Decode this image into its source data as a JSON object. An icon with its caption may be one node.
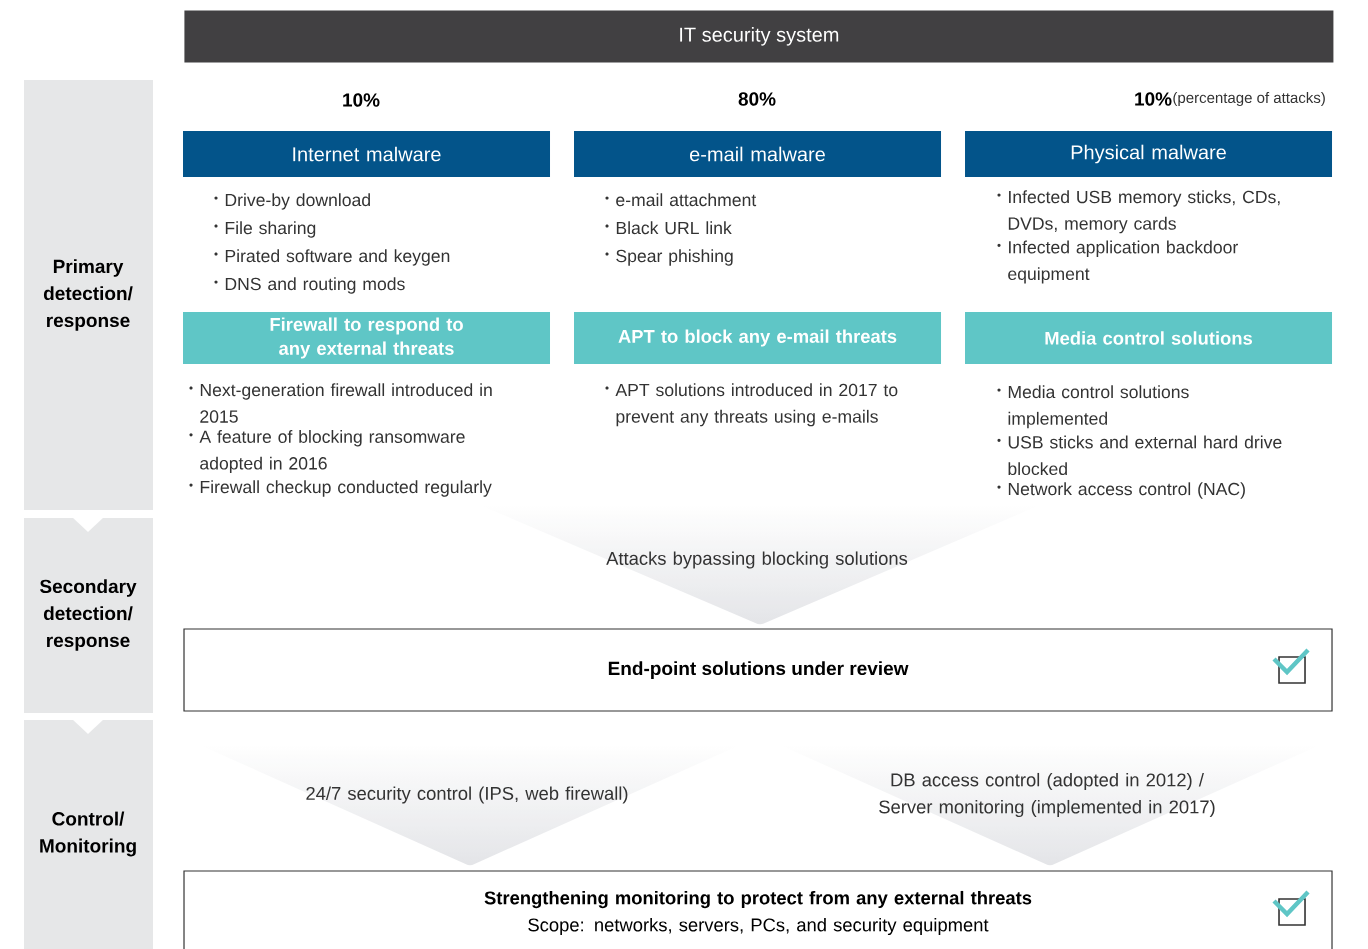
{
  "diagram": {
    "nodes": [
      {
        "text": [
          "IT security system"
        ]
      },
      {
        "text": [
          "Primary detection/ response"
        ]
      },
      {
        "text": [
          "Secondary detection/ response"
        ]
      },
      {
        "text": [
          "Control/ Monitoring"
        ]
      },
      {
        "text": [
          "Internet malware"
        ],
        "beside": [
          "Drive-by download",
          "File sharing",
          "Pirated software and keygen",
          "DNS and routing mods"
        ]
      },
      {
        "text": [
          "e-mail malware"
        ],
        "beside": [
          "e-mail attachment",
          "Black URL link",
          "Spear phishing"
        ]
      },
      {
        "text": [
          "Physical malware"
        ],
        "beside": [
          "Infected USB memory sticks, CDs, DVDs, memory cards",
          "Infected application backdoor equipment"
        ]
      },
      {
        "text": [
          "Firewall to respond to any external threats"
        ],
        "beside": [
          "Next-generation firewall introduced in 2015",
          "A feature of blocking ransomware adopted in 2016",
          "Firewall checkup conducted regularly"
        ]
      },
      {
        "text": [
          "APT to block any e-mail threats"
        ],
        "beside": [
          "APT solutions introduced in 2017 to prevent any threats using e-mails"
        ]
      },
      {
        "text": [
          "Media control solutions"
        ],
        "beside": [
          "Media control solutions implemented",
          "USB sticks and external hard drive blocked",
          "Network access control (NAC)"
        ]
      },
      {
        "text": [
          "Attacks bypassing blocking solutions"
        ]
      },
      {
        "text": [
          "End-point solutions under review"
        ]
      },
      {
        "text": [
          "24/7 security control (IPS, web firewall)"
        ]
      },
      {
        "text": [
          "DB access control (adopted in 2012) / Server monitoring (implemented in 2017)"
        ]
      },
      {
        "text": [
          "Strengthening monitoring to protect from any external threats",
          "Scope: networks, servers, PCs, and security equipment"
        ]
      }
    ],
    "labels": [
      "10%",
      "80%",
      "10%",
      "(percentage of attacks)"
    ]
  }
}
